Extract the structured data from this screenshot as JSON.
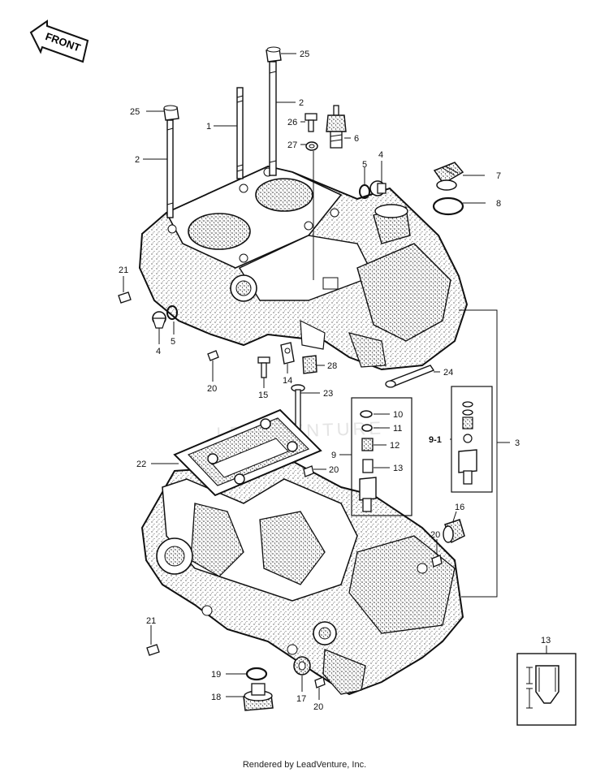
{
  "front_label": "FRONT",
  "footer_text": "Rendered by LeadVenture, Inc.",
  "watermark_text": "LEADVENTURE",
  "callouts": {
    "n1": "1",
    "n2a": "2",
    "n2b": "2",
    "n3": "3",
    "n4a": "4",
    "n4b": "4",
    "n5a": "5",
    "n5b": "5",
    "n6": "6",
    "n7": "7",
    "n8": "8",
    "n9": "9",
    "n9_1": "9-1",
    "n10": "10",
    "n11": "11",
    "n12": "12",
    "n13": "13",
    "n13_inset": "13",
    "n14": "14",
    "n15": "15",
    "n16": "16",
    "n17": "17",
    "n18": "18",
    "n19": "19",
    "n20a": "20",
    "n20b": "20",
    "n20c": "20",
    "n20d": "20",
    "n21a": "21",
    "n21b": "21",
    "n22": "22",
    "n23": "23",
    "n24": "24",
    "n25a": "25",
    "n25b": "25",
    "n26": "26",
    "n27": "27",
    "n28": "28"
  }
}
